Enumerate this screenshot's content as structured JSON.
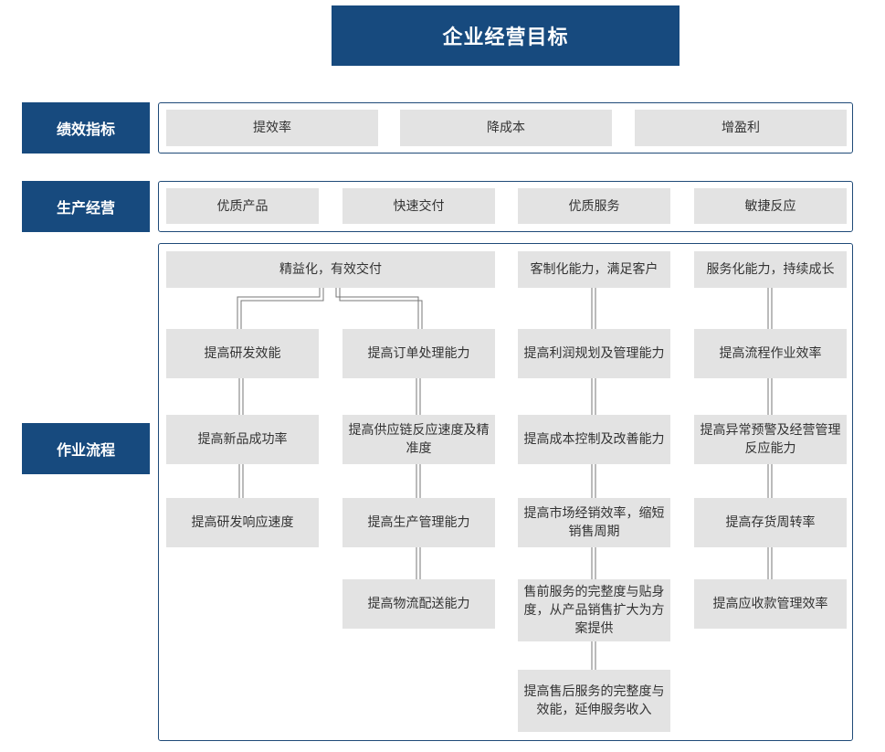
{
  "title": "企业经营目标",
  "side_labels": {
    "performance": "绩效指标",
    "production": "生产经营",
    "operations": "作业流程"
  },
  "performance_items": [
    "提效率",
    "降成本",
    "增盈利"
  ],
  "production_items": [
    "优质产品",
    "快速交付",
    "优质服务",
    "敏捷反应"
  ],
  "operations": {
    "col1_2_header": "精益化，有效交付",
    "col3_header": "客制化能力，满足客户",
    "col4_header": "服务化能力，持续成长",
    "col1": [
      "提高研发效能",
      "提高新品成功率",
      "提高研发响应速度"
    ],
    "col2": [
      "提高订单处理能力",
      "提高供应链反应速度及精准度",
      "提高生产管理能力",
      "提高物流配送能力"
    ],
    "col3": [
      "提高利润规划及管理能力",
      "提高成本控制及改善能力",
      "提高市场经销效率，缩短销售周期",
      "售前服务的完整度与贴身度，从产品销售扩大为方案提供",
      "提高售后服务的完整度与效能，延伸服务收入"
    ],
    "col4": [
      "提高流程作业效率",
      "提高异常预警及经营管理反应能力",
      "提高存货周转率",
      "提高应收款管理效率"
    ]
  }
}
